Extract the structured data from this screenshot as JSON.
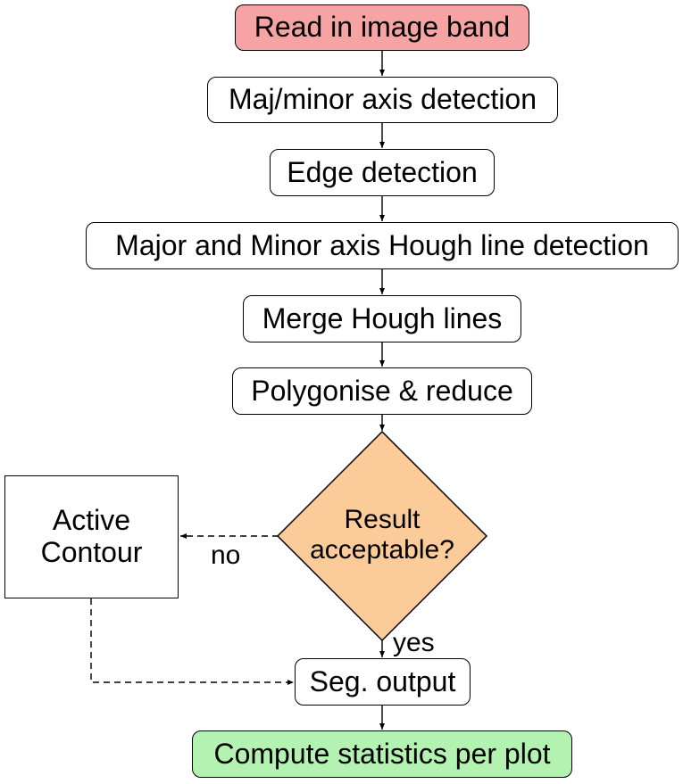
{
  "nodes": {
    "read": "Read in image band",
    "axis_detect": "Maj/minor axis detection",
    "edge": "Edge detection",
    "hough": "Major and Minor axis Hough line detection",
    "merge": "Merge Hough lines",
    "poly": "Polygonise & reduce",
    "decision_line1": "Result",
    "decision_line2": "acceptable?",
    "active_line1": "Active",
    "active_line2": "Contour",
    "seg": "Seg. output",
    "stats": "Compute statistics per plot"
  },
  "edges": {
    "no_label": "no",
    "yes_label": "yes"
  },
  "colors": {
    "start_fill": "#f5a3a3",
    "decision_fill": "#fccb9a",
    "end_fill": "#b3f2b0"
  }
}
